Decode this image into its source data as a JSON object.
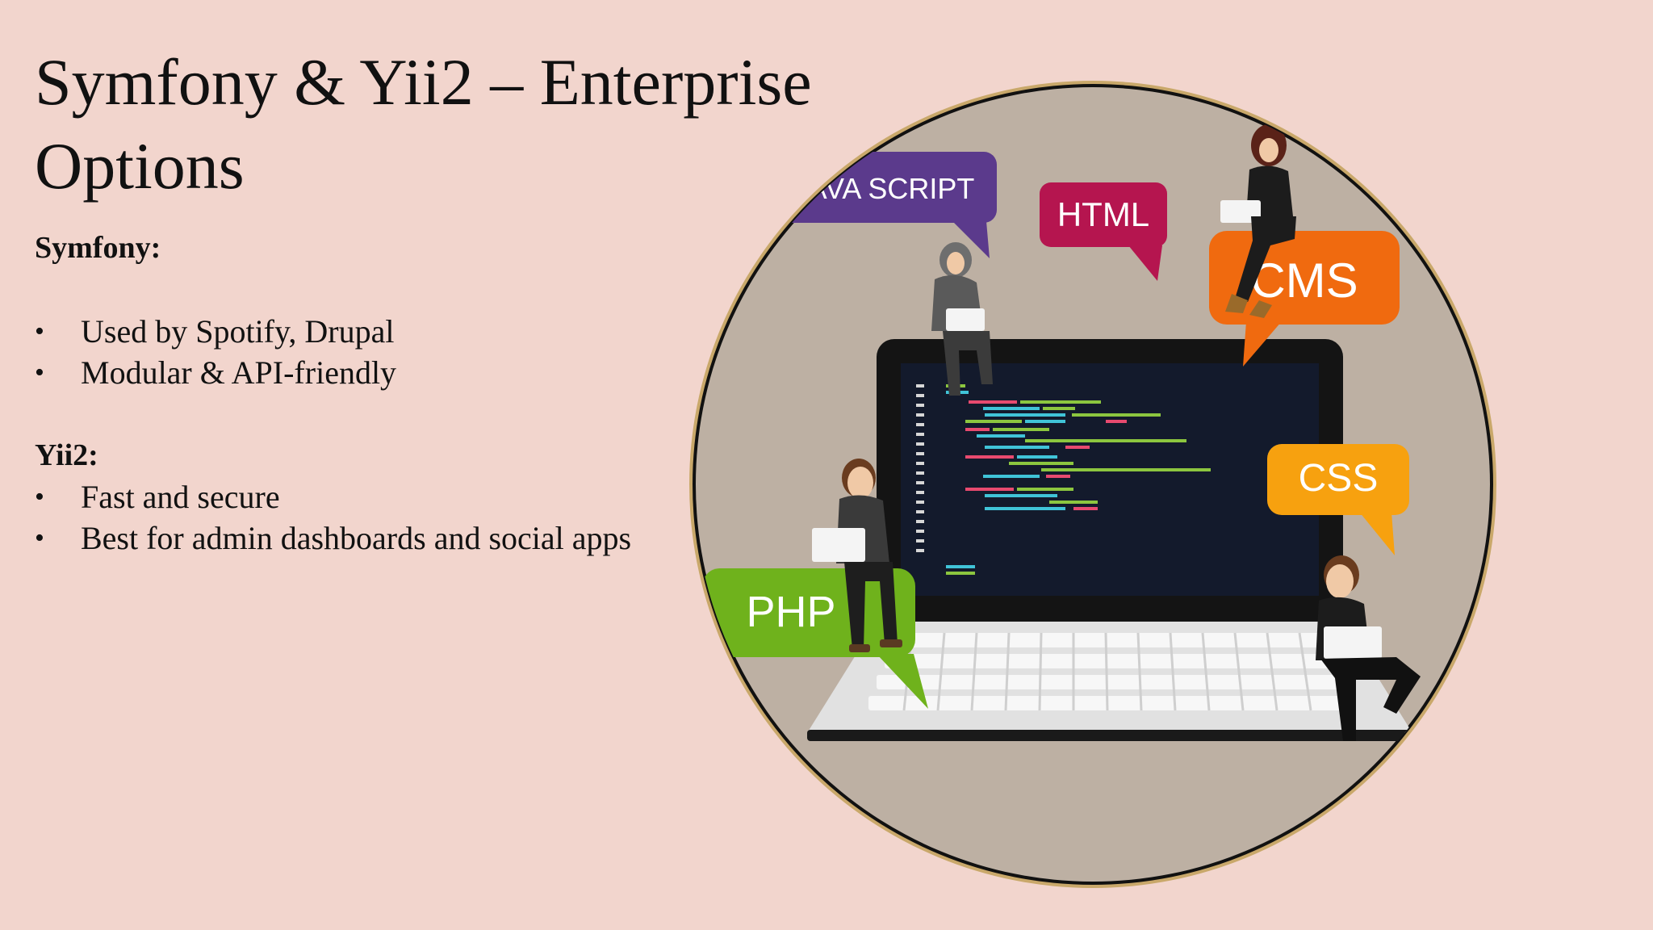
{
  "slide": {
    "title": "Symfony & Yii2 – Enterprise Options",
    "sections": [
      {
        "heading": "Symfony:",
        "bullets": [
          "Used by Spotify, Drupal",
          "Modular & API-friendly"
        ]
      },
      {
        "heading": "Yii2:",
        "bullets": [
          "Fast and secure",
          "Best for admin dashboards and social apps"
        ]
      }
    ],
    "bullet_glyph": "•"
  },
  "illustration": {
    "bubbles": {
      "javascript": "AVA SCRIPT",
      "html": "HTML",
      "cms": "CMS",
      "css": "CSS",
      "php": "PHP"
    },
    "colors": {
      "background": "#f2d5cd",
      "circle_fill": "#bdb0a3",
      "javascript": "#5b3a8c",
      "html": "#b5154f",
      "cms": "#f06a0f",
      "css": "#f7a10f",
      "php": "#6fb21c",
      "screen": "#131a2c"
    }
  }
}
